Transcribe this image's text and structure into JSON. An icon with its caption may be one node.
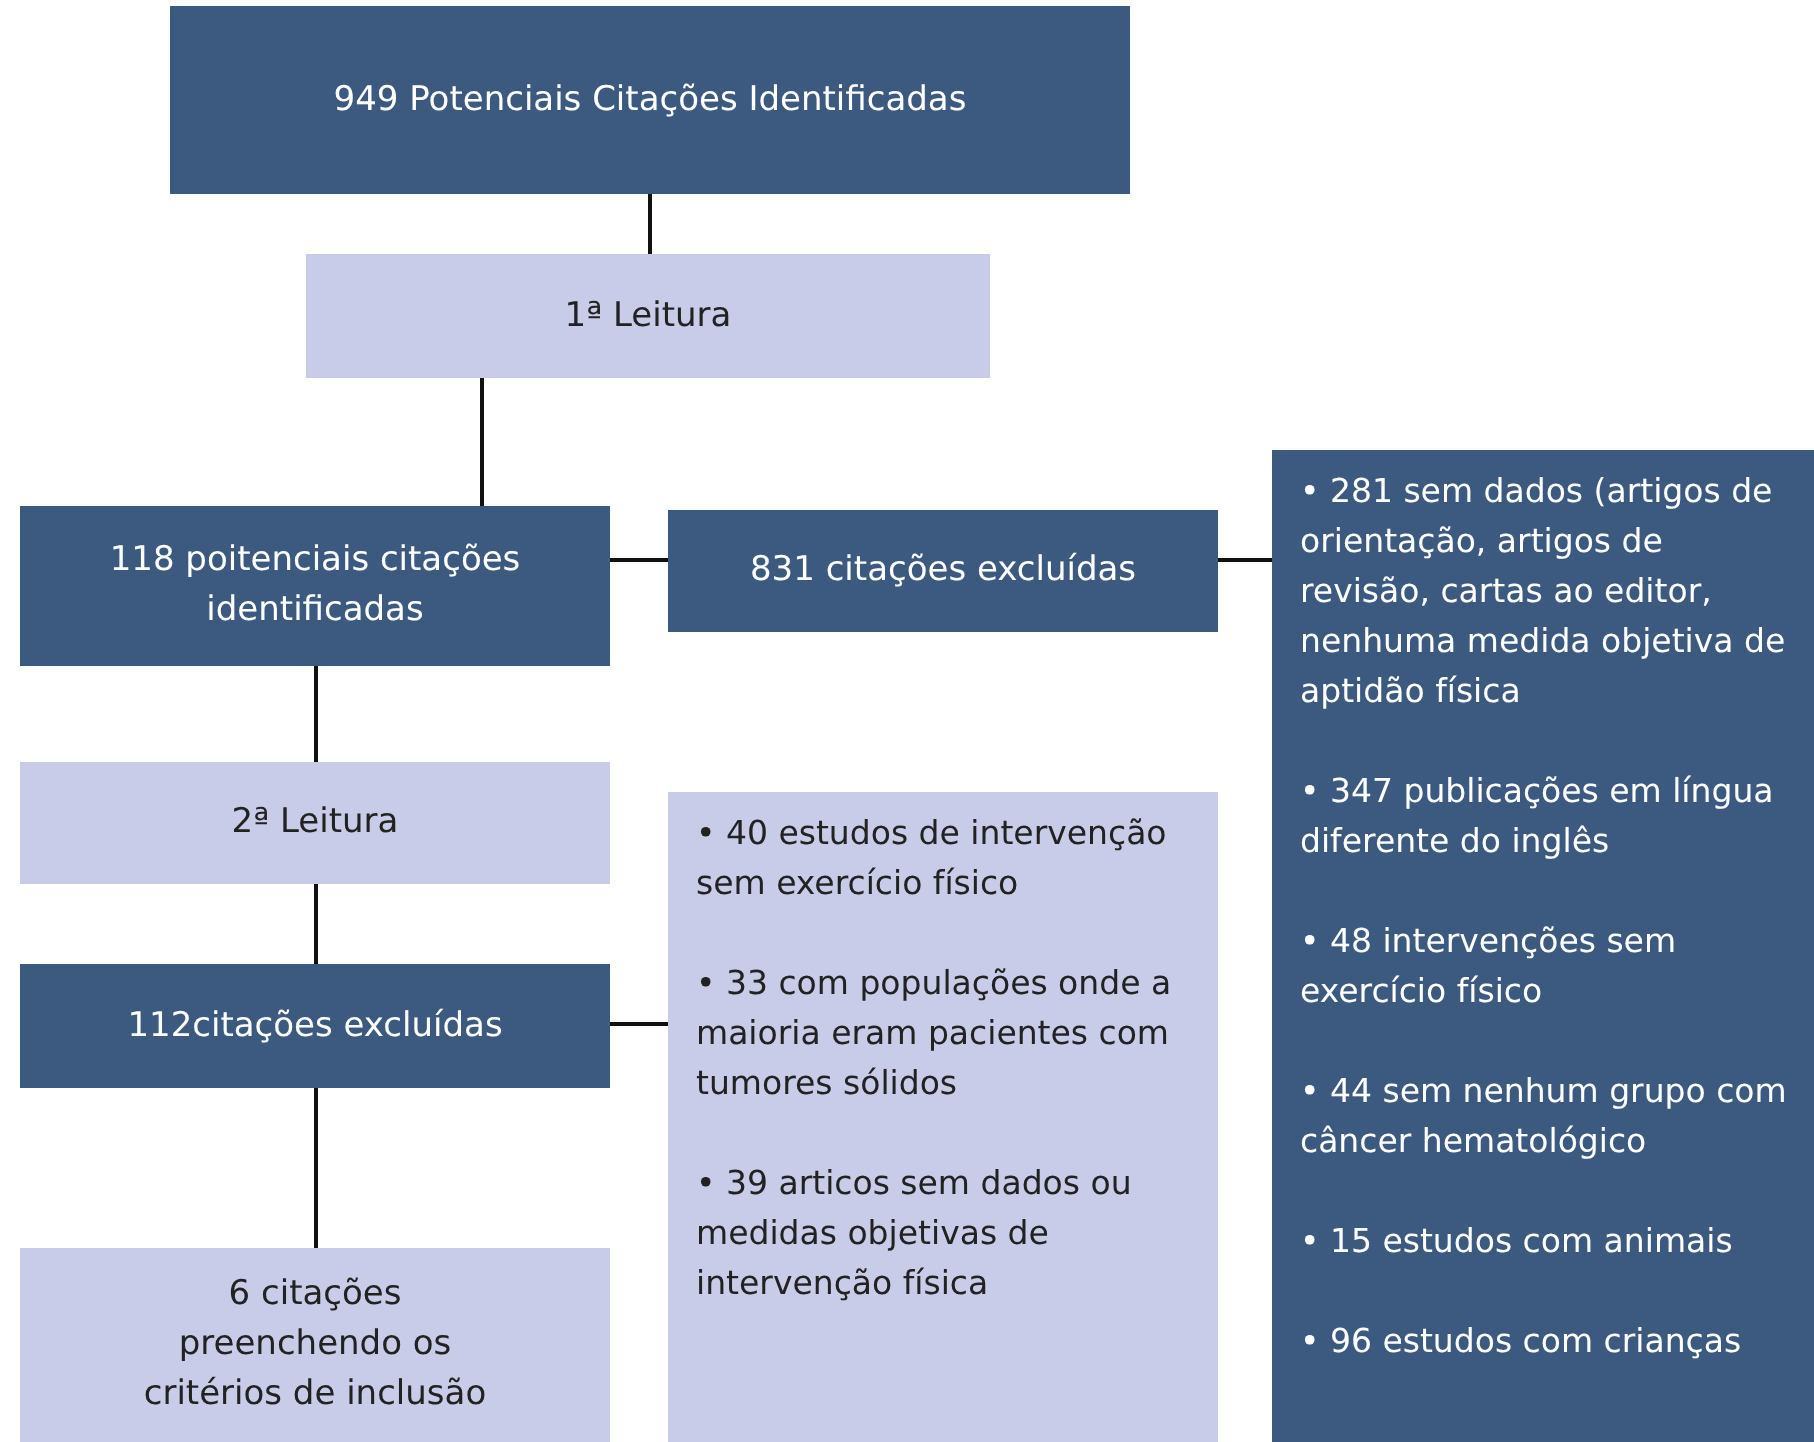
{
  "diagram": {
    "nodes": [
      {
        "text": [
          "949 Potenciais Citações Identificadas"
        ]
      },
      {
        "text": [
          "1ª Leitura"
        ]
      },
      {
        "text": [
          "118 poitenciais citações identificadas"
        ]
      },
      {
        "text": [
          "831 citações excluídas"
        ]
      },
      {
        "text": [
          "• 281 sem dados (artigos de orientação, artigos de revisão, cartas ao editor, nenhuma medida objetiva de aptidão física",
          "• 347 publicações em língua diferente do inglês",
          "• 48 intervenções sem exercício físico",
          "• 44 sem nenhum grupo com câncer hematológico",
          "• 15 estudos com animais",
          "• 96 estudos com crianças"
        ]
      },
      {
        "text": [
          "2ª Leitura"
        ]
      },
      {
        "text": [
          "112citações excluídas"
        ]
      },
      {
        "text": [
          "• 40 estudos de intervenção sem exercício físico",
          "• 33 com populações onde a maioria eram pacientes com tumores sólidos",
          "• 39 articos sem dados ou medidas objetivas de intervenção física"
        ]
      },
      {
        "text": [
          "6 citações preenchendo os critérios de inclusão"
        ]
      }
    ],
    "edges": [
      {
        "from": 0,
        "to": 1,
        "arrow": "none"
      },
      {
        "from": 1,
        "to": 2,
        "arrow": "none"
      },
      {
        "from": 2,
        "to": 3,
        "arrow": "none"
      },
      {
        "from": 3,
        "to": 4,
        "arrow": "none"
      },
      {
        "from": 2,
        "to": 5,
        "arrow": "none"
      },
      {
        "from": 5,
        "to": 6,
        "arrow": "none"
      },
      {
        "from": 6,
        "to": 7,
        "arrow": "none"
      },
      {
        "from": 6,
        "to": 8,
        "arrow": "none"
      }
    ]
  }
}
